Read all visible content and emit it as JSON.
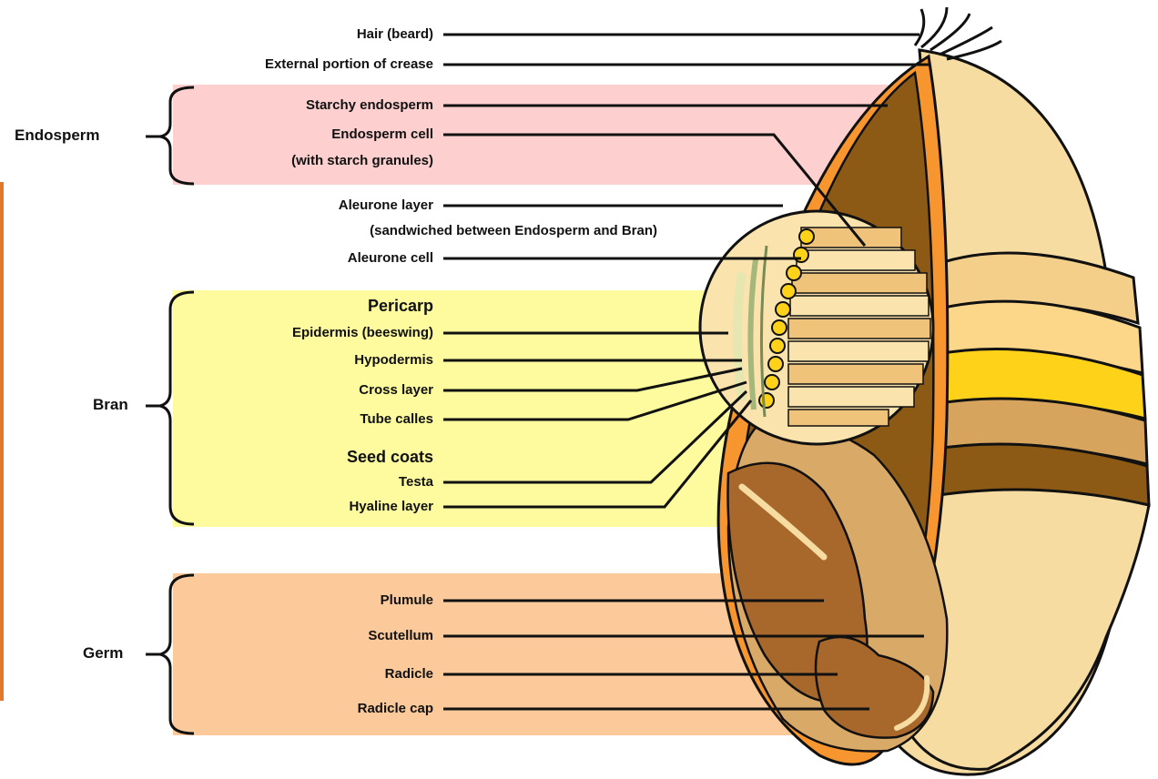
{
  "groups": {
    "endosperm": "Endosperm",
    "bran": "Bran",
    "germ": "Germ"
  },
  "labels": {
    "hair": "Hair (beard)",
    "crease": "External portion of crease",
    "starchy": "Starchy endosperm",
    "endo_cell_1": "Endosperm cell",
    "endo_cell_2": "(with starch granules)",
    "aleurone_layer_1": "Aleurone layer",
    "aleurone_layer_2": "(sandwiched between Endosperm and Bran)",
    "aleurone_cell": "Aleurone cell",
    "pericarp": "Pericarp",
    "epidermis": "Epidermis (beeswing)",
    "hypodermis": "Hypodermis",
    "cross_layer": "Cross layer",
    "tube_calles": "Tube calles",
    "seed_coats": "Seed coats",
    "testa": "Testa",
    "hyaline": "Hyaline layer",
    "plumule": "Plumule",
    "scutellum": "Scutellum",
    "radicle": "Radicle",
    "radicle_cap": "Radicle cap"
  },
  "colors": {
    "endosperm_band": "#fdcfcf",
    "bran_band": "#fdfb9e",
    "germ_band": "#fbc99a",
    "endosperm_fill": "#8c5a14",
    "husk_orange": "#f7962f",
    "husk_light": "#f6dca0",
    "bran_gold": "#ffd21a",
    "germ_tan": "#d9a968",
    "germ_brown": "#a8682b"
  }
}
